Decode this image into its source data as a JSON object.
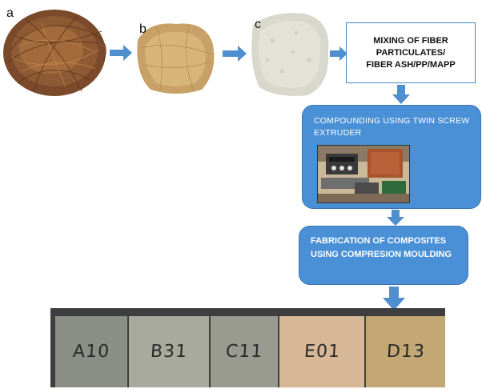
{
  "panels": {
    "a": "a",
    "b": "b",
    "c": "c"
  },
  "steps": {
    "mixing": {
      "line1": "MIXING OF FIBER",
      "line2": "PARTICULATES/",
      "line3": "FIBER ASH/PP/MAPP"
    },
    "compounding": {
      "text": "COMPOUNDING USING TWIN SCREW EXTRUDER"
    },
    "fabrication": {
      "text": "FABRICATION OF COMPOSITES USING COMPRESION MOULDING"
    }
  },
  "samples": [
    {
      "label": "A10",
      "color": "#8c8f86"
    },
    {
      "label": "B31",
      "color": "#a9aa9e"
    },
    {
      "label": "C11",
      "color": "#999a90"
    },
    {
      "label": "E01",
      "color": "#d6b896"
    },
    {
      "label": "D13",
      "color": "#c3a774"
    }
  ],
  "colors": {
    "flow_blue": "#4a90d6",
    "arrow_blue": "#4f8fd0",
    "box_border": "#4a86c5"
  }
}
